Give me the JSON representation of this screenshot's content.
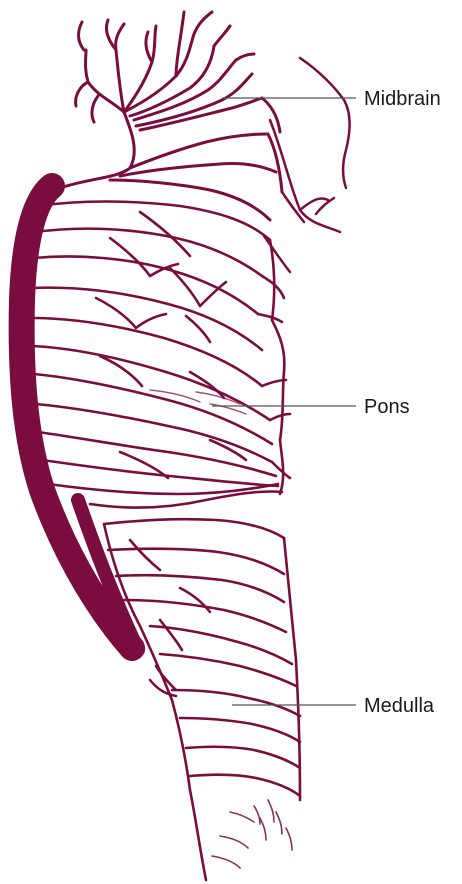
{
  "colors": {
    "vessel": "#7a0d3e",
    "leader_line": "#555555",
    "label_text": "#1a1a1a",
    "background": "#ffffff"
  },
  "labels": {
    "midbrain": "Midbrain",
    "pons": "Pons",
    "medulla": "Medulla"
  }
}
